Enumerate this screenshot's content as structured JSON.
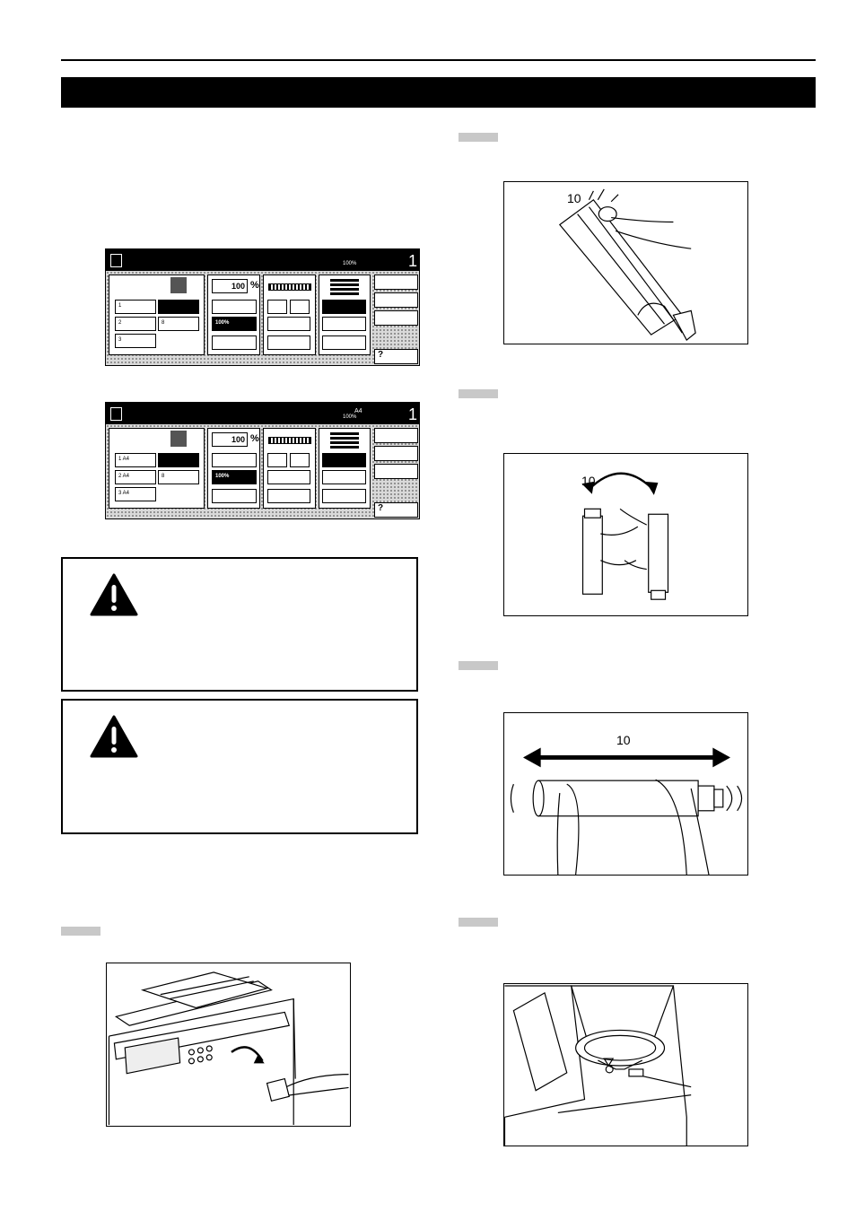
{
  "panel1": {
    "copies": "1",
    "zoom_value": "100",
    "percent_sign": "%",
    "zoom_button": "100%",
    "status": "100%",
    "trays": [
      "1",
      "2",
      "3"
    ],
    "bypass": "8"
  },
  "panel2": {
    "copies": "1",
    "zoom_value": "100",
    "percent_sign": "%",
    "zoom_button": "100%",
    "status": "100%",
    "paper_size": "A4",
    "trays": [
      "1 A4",
      "2 A4",
      "3 A4"
    ],
    "bypass": "8"
  },
  "figures": {
    "shake_label": "10",
    "invert_label": "10",
    "slide_label": "10"
  },
  "help_button": "?",
  "icons": [
    "warning-triangle-icon",
    "warning-triangle-icon"
  ]
}
